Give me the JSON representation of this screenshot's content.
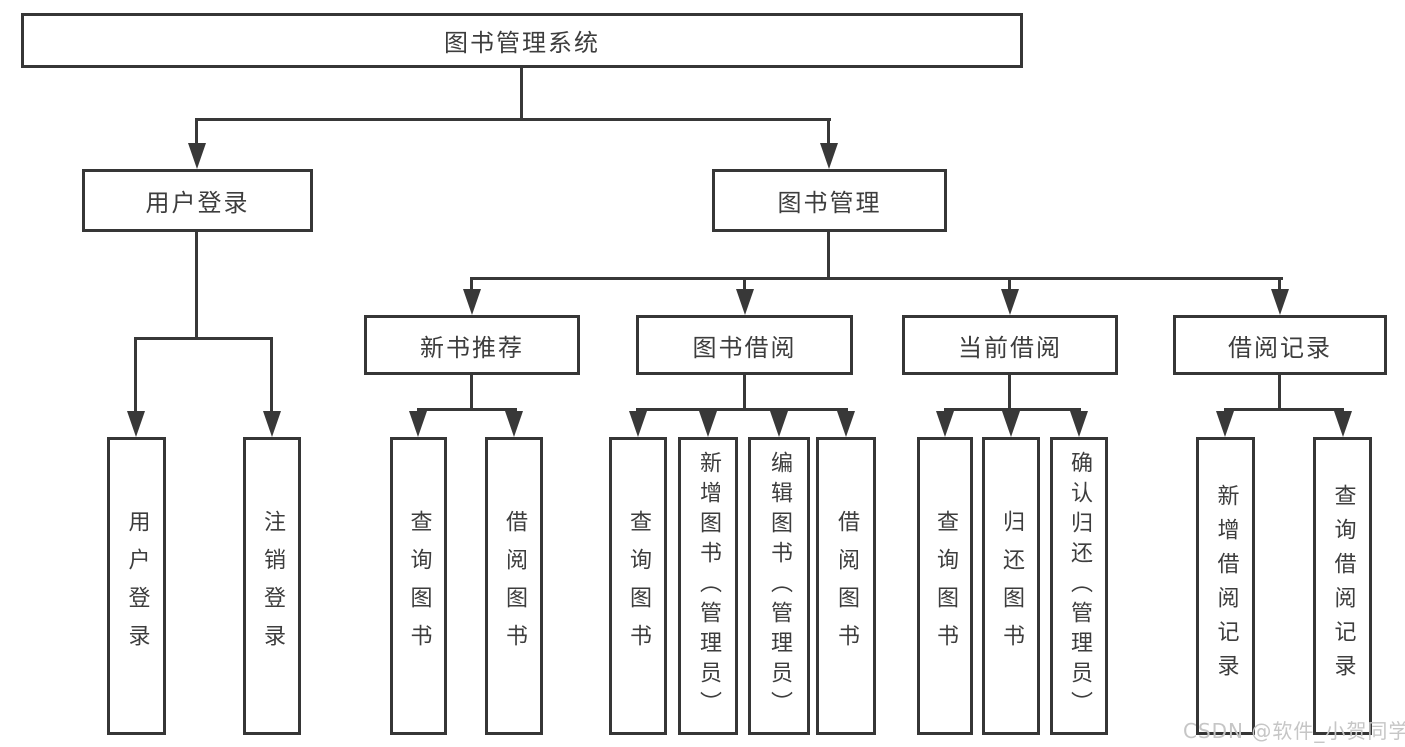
{
  "diagram_title": "图书管理系统",
  "tree": {
    "root": {
      "label": "图书管理系统",
      "children": [
        {
          "label": "用户登录",
          "children": [
            {
              "label": "用户登录"
            },
            {
              "label": "注销登录"
            }
          ]
        },
        {
          "label": "图书管理",
          "children": [
            {
              "label": "新书推荐",
              "children": [
                {
                  "label": "查询图书"
                },
                {
                  "label": "借阅图书"
                }
              ]
            },
            {
              "label": "图书借阅",
              "children": [
                {
                  "label": "查询图书"
                },
                {
                  "label": "新增图书（管理员）"
                },
                {
                  "label": "编辑图书（管理员）"
                },
                {
                  "label": "借阅图书"
                }
              ]
            },
            {
              "label": "当前借阅",
              "children": [
                {
                  "label": "查询图书"
                },
                {
                  "label": "归还图书"
                },
                {
                  "label": "确认归还（管理员）"
                }
              ]
            },
            {
              "label": "借阅记录",
              "children": [
                {
                  "label": "新增借阅记录"
                },
                {
                  "label": "查询借阅记录"
                }
              ]
            }
          ]
        }
      ]
    }
  },
  "watermark": {
    "text": "CSDN @软件_小贺同学"
  },
  "colors": {
    "line": "#383838",
    "border": "#363636",
    "text": "#3d3d3d",
    "background": "#ffffff",
    "watermark": "#c6c6c6"
  }
}
